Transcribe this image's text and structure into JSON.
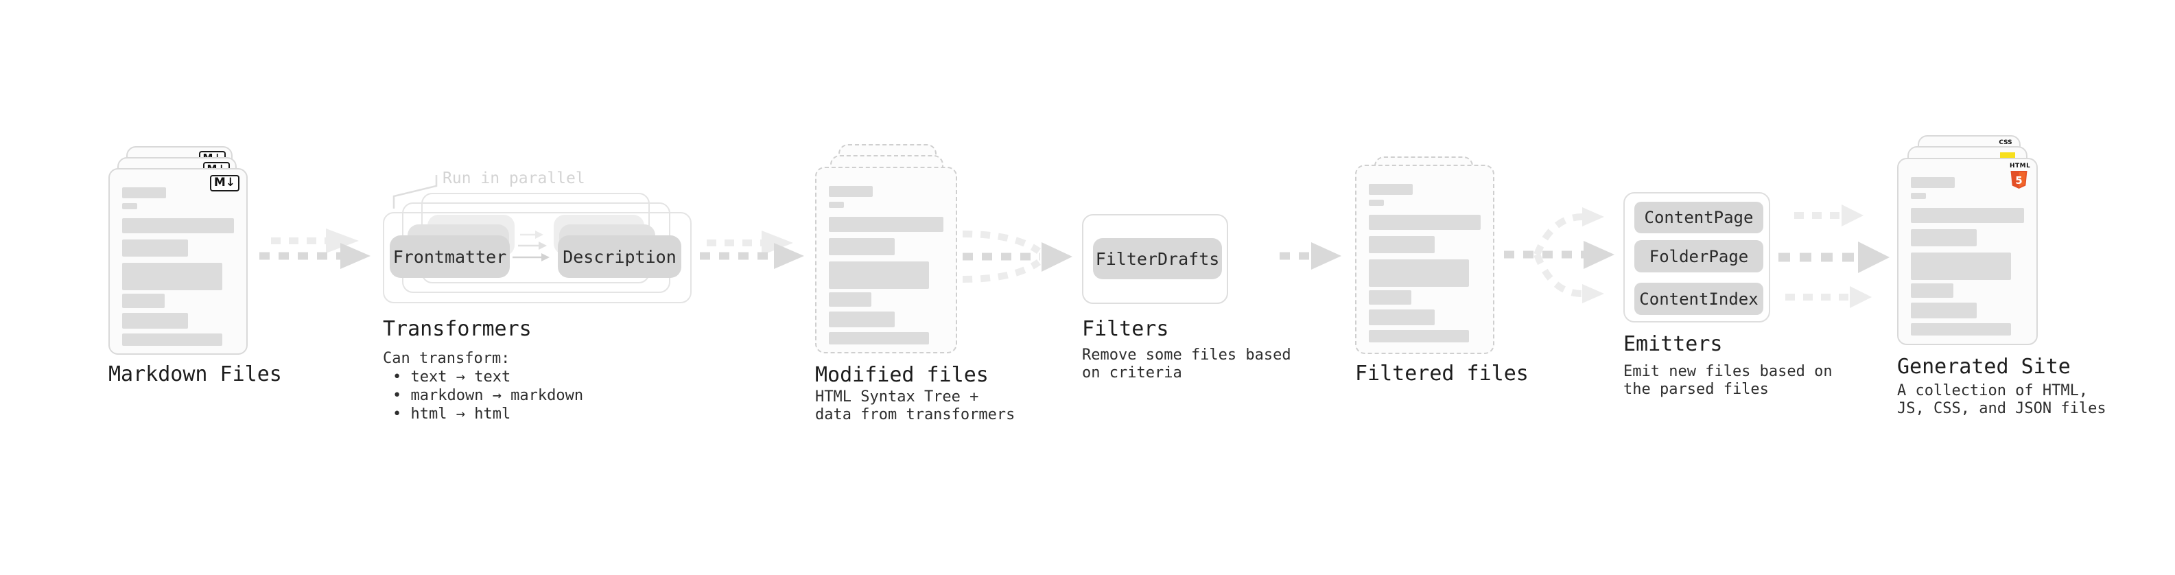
{
  "markdown_files": {
    "title": "Markdown Files",
    "badge": "M↓"
  },
  "transformers": {
    "title": "Transformers",
    "annotation": "Run in parallel",
    "pill_left": "Frontmatter",
    "pill_right": "Description",
    "desc_heading": "Can transform:",
    "bullets": [
      "• text → text",
      "• markdown → markdown",
      "• html → html"
    ]
  },
  "modified_files": {
    "title": "Modified files",
    "description": "HTML Syntax Tree +\ndata from transformers"
  },
  "filters": {
    "title": "Filters",
    "pill": "FilterDrafts",
    "description": "Remove some files based\non criteria"
  },
  "filtered_files": {
    "title": "Filtered files"
  },
  "emitters": {
    "title": "Emitters",
    "pills": [
      "ContentPage",
      "FolderPage",
      "ContentIndex"
    ],
    "description": "Emit new files based on\nthe parsed files"
  },
  "generated_site": {
    "title": "Generated Site",
    "description": "A collection of HTML,\nJS, CSS, and JSON files",
    "badge_css": "CSS",
    "badge_html_label": "HTML",
    "badge_html_number": "5"
  },
  "colors": {
    "html_orange": "#e34f26",
    "html_orange_light": "#f16529",
    "js_yellow": "#f7df1e",
    "css_blue": "#2965f1",
    "arrow_gray": "#d9d9d9",
    "arrow_faint": "#ececec"
  }
}
